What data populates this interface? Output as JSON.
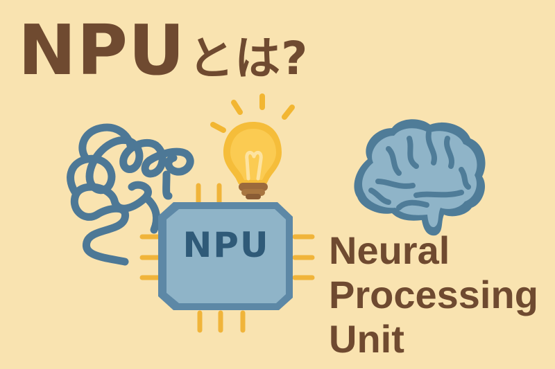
{
  "title": {
    "latin": "NPU",
    "japanese": "とは?"
  },
  "chip": {
    "label": "NPU"
  },
  "subtitle": {
    "lines": [
      "Neural",
      "Processing",
      "Unit"
    ]
  },
  "illustration": {
    "icons": [
      "tangled-string-icon",
      "lightbulb-icon",
      "npu-chip-icon",
      "brain-icon"
    ]
  },
  "colors": {
    "background": "#f9e3b0",
    "text_brown": "#6f4a30",
    "blue_dark": "#4a7492",
    "blue_light": "#8fb4c8",
    "chip_text": "#2f5a78",
    "yellow": "#f2b632",
    "bulb_base": "#9b6a3c"
  }
}
